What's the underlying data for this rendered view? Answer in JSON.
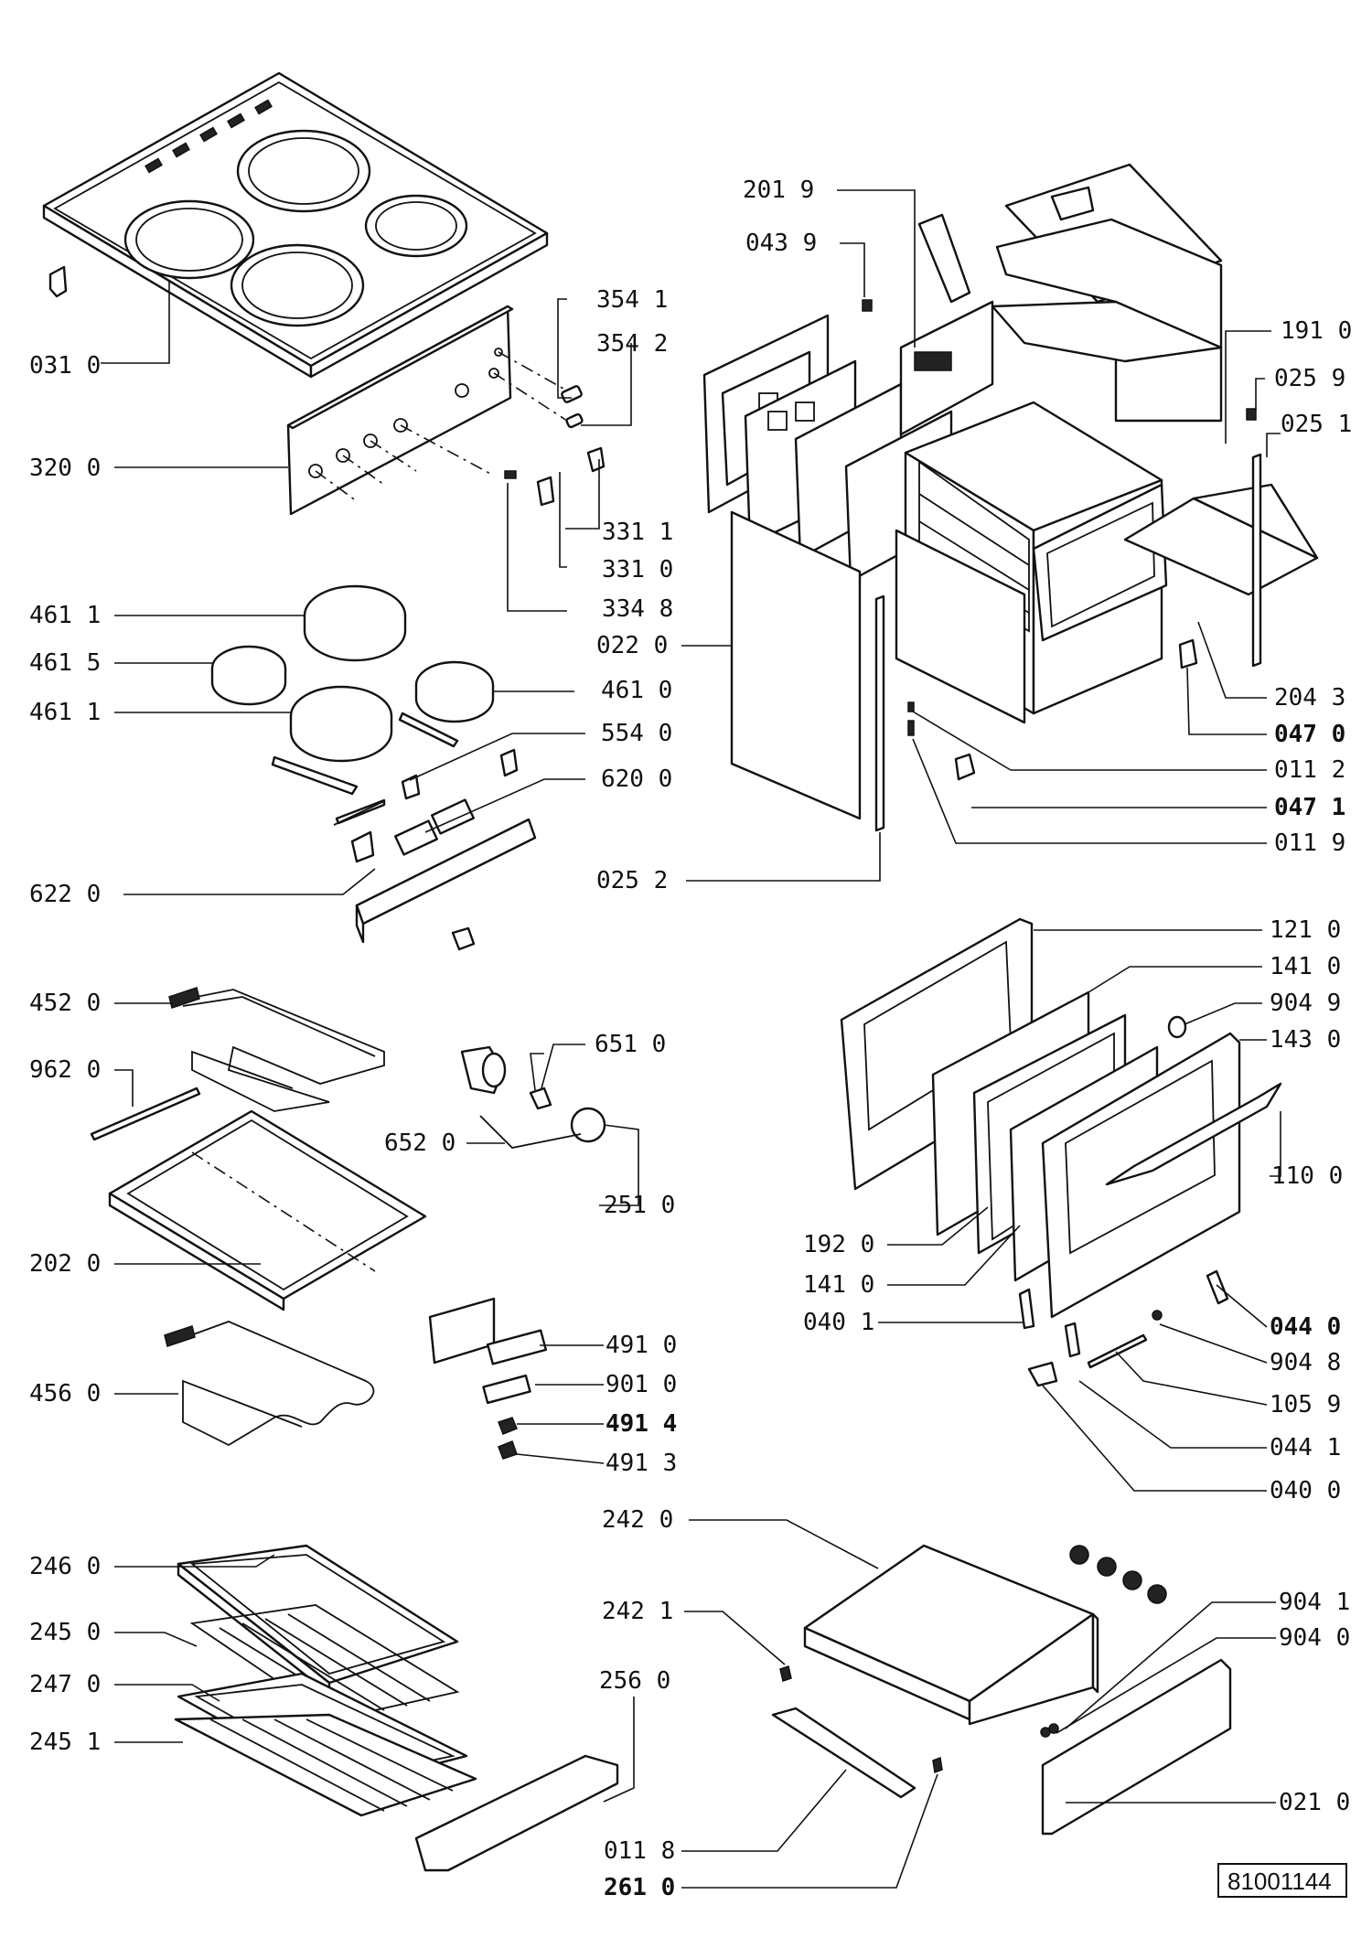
{
  "labels": {
    "l0310": "031 0",
    "l3200": "320 0",
    "l3541": "354 1",
    "l3542": "354 2",
    "l3311": "331 1",
    "l3310": "331 0",
    "l3348": "334 8",
    "l4611a": "461 1",
    "l4615": "461 5",
    "l4611b": "461 1",
    "l4610": "461 0",
    "l5540": "554 0",
    "l6200": "620 0",
    "l6220": "622 0",
    "l2019": "201 9",
    "l0439": "043 9",
    "l1910": "191 0",
    "l0259": "025 9",
    "l0251": "025 1",
    "l0220": "022 0",
    "l2043": "204 3",
    "l0470": "047 0",
    "l0112": "011 2",
    "l0471": "047 1",
    "l0119": "011 9",
    "l0252": "025 2",
    "l4520": "452 0",
    "l9620": "962 0",
    "l6510": "651 0",
    "l6520": "652 0",
    "l2510": "251 0",
    "l2020": "202 0",
    "l4560": "456 0",
    "l4910": "491 0",
    "l9010": "901 0",
    "l4914": "491 4",
    "l4913": "491 3",
    "l1210": "121 0",
    "l1410a": "141 0",
    "l9049": "904 9",
    "l1430": "143 0",
    "l1100": "110 0",
    "l1920": "192 0",
    "l1410b": "141 0",
    "l0401": "040 1",
    "l0440": "044 0",
    "l9048": "904 8",
    "l1059": "105 9",
    "l0441": "044 1",
    "l0400": "040 0",
    "l2420": "242 0",
    "l2421": "242 1",
    "l2460": "246 0",
    "l2450": "245 0",
    "l2470": "247 0",
    "l2451": "245 1",
    "l2560": "256 0",
    "l9041": "904 1",
    "l9040": "904 0",
    "l0210": "021 0",
    "l0118": "011 8",
    "l2610": "261 0"
  },
  "reference_number": "81001144"
}
